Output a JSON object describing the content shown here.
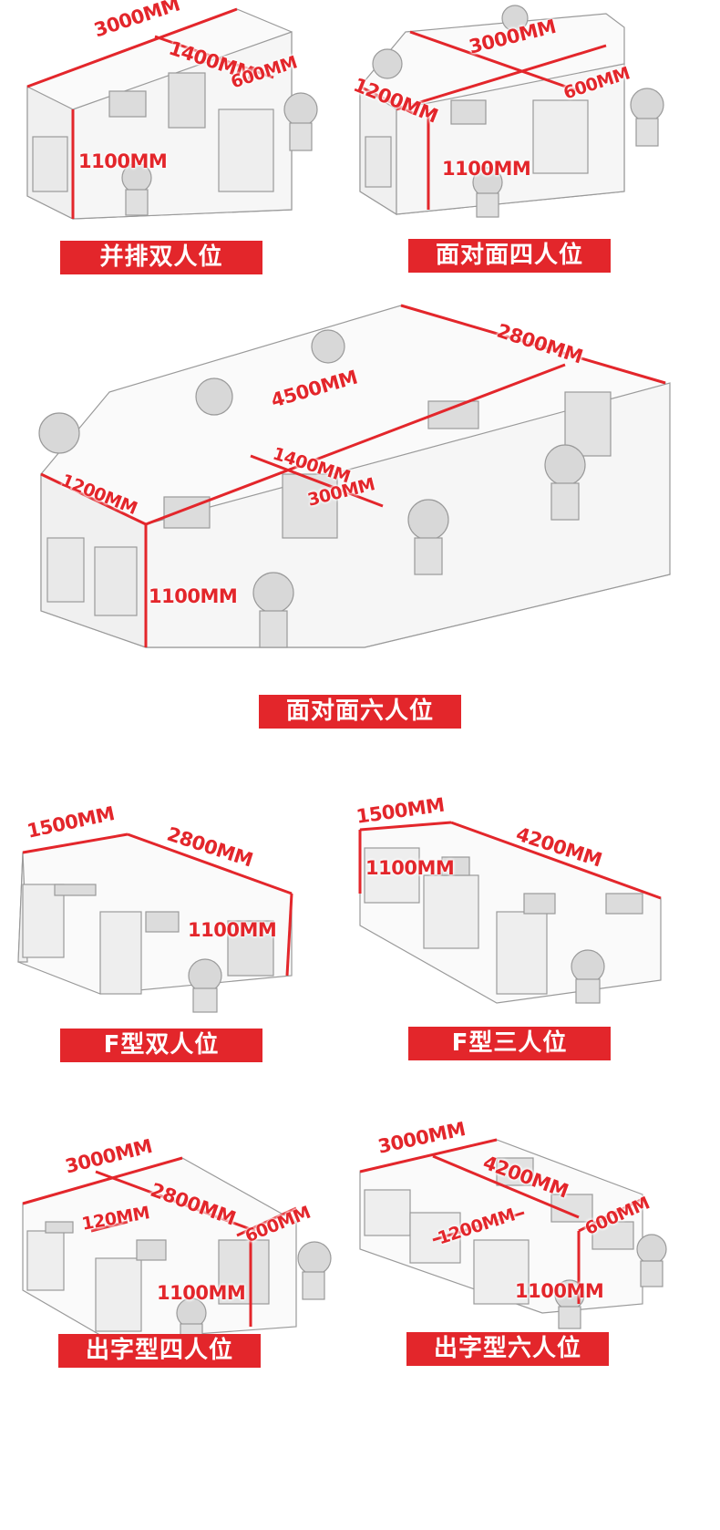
{
  "accent_color": "#e3262b",
  "sections": [
    {
      "caption": "并排双人位",
      "dims": {
        "d1": "3000MM",
        "d2": "1400MM",
        "d3": "600MM",
        "d4": "1100MM"
      }
    },
    {
      "caption": "面对面四人位",
      "dims": {
        "d1": "1200MM",
        "d2": "3000MM",
        "d3": "600MM",
        "d4": "1100MM"
      }
    },
    {
      "caption": "面对面六人位",
      "dims": {
        "d1": "2800MM",
        "d2": "4500MM",
        "d3": "1200MM",
        "d4": "1400MM",
        "d5": "300MM",
        "d6": "1100MM"
      }
    },
    {
      "caption": "F型双人位",
      "dims": {
        "d1": "1500MM",
        "d2": "2800MM",
        "d3": "1100MM"
      }
    },
    {
      "caption": "F型三人位",
      "dims": {
        "d1": "1500MM",
        "d2": "4200MM",
        "d3": "1100MM"
      }
    },
    {
      "caption": "出字型四人位",
      "dims": {
        "d1": "3000MM",
        "d2": "2800MM",
        "d3": "120MM",
        "d4": "600MM",
        "d5": "1100MM"
      }
    },
    {
      "caption": "出字型六人位",
      "dims": {
        "d1": "3000MM",
        "d2": "4200MM",
        "d3": "1200MM",
        "d4": "600MM",
        "d5": "1100MM"
      }
    }
  ]
}
